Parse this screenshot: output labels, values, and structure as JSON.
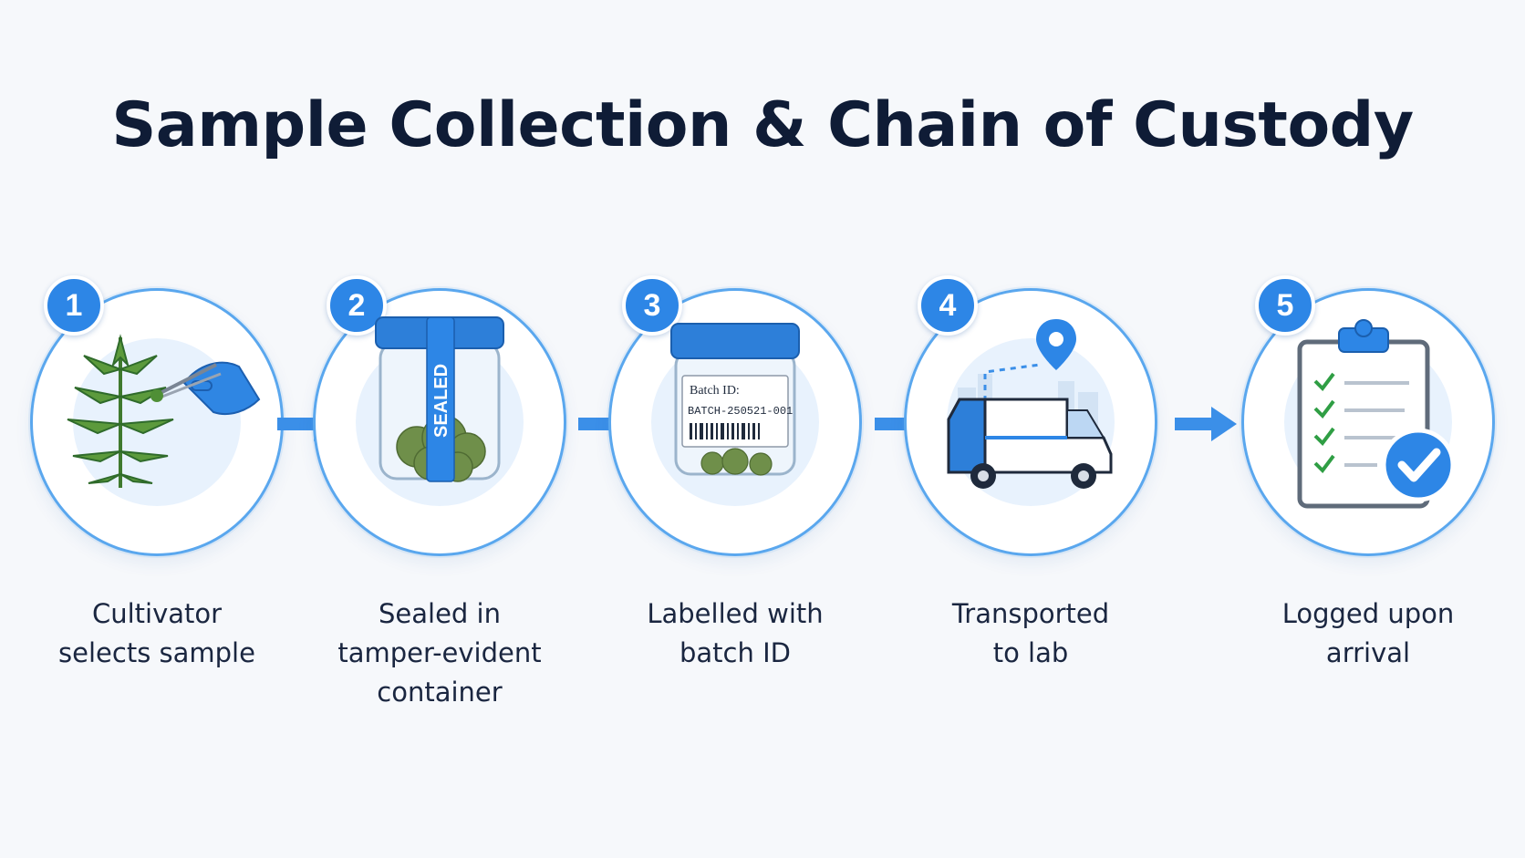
{
  "title": "Sample Collection & Chain of Custody",
  "accent_color": "#2d86e6",
  "steps": [
    {
      "number": "1",
      "label_lines": [
        "Cultivator",
        "selects sample"
      ],
      "icon": "plant-tweezers-icon"
    },
    {
      "number": "2",
      "label_lines": [
        "Sealed in",
        "tamper-evident",
        "container"
      ],
      "icon": "sealed-jar-icon",
      "jar_band": "SEALED"
    },
    {
      "number": "3",
      "label_lines": [
        "Labelled with",
        "batch ID"
      ],
      "icon": "labelled-jar-icon",
      "jar_label_line1": "Batch ID:",
      "jar_label_line2": "BATCH-250521-001"
    },
    {
      "number": "4",
      "label_lines": [
        "Transported",
        "to lab"
      ],
      "icon": "delivery-van-icon"
    },
    {
      "number": "5",
      "label_lines": [
        "Logged upon",
        "arrival"
      ],
      "icon": "clipboard-check-icon"
    }
  ]
}
